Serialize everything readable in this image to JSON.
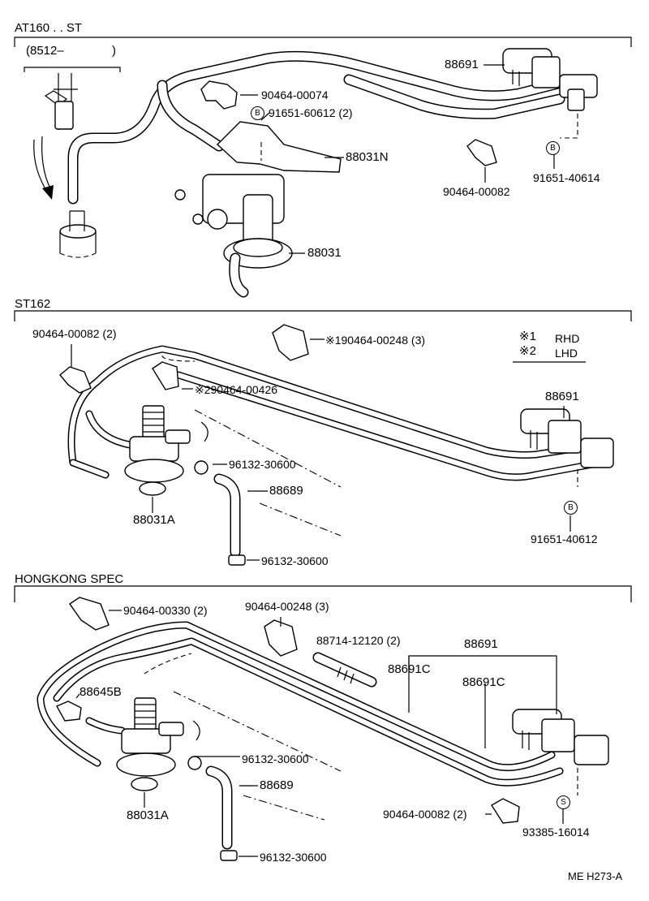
{
  "sections": {
    "s1": "AT160 . . ST",
    "s2": "ST162",
    "s3": "HONGKONG SPEC"
  },
  "s1": {
    "date_note": "(8512–",
    "date_close": ")",
    "p88691": "88691",
    "p90464_00074": "90464-00074",
    "p91651_60612": "91651-60612 (2)",
    "p88031N": "88031N",
    "p90464_00082": "90464-00082",
    "p91651_40614": "91651-40614",
    "p88031": "88031",
    "badge": "B"
  },
  "s2": {
    "p90464_00082": "90464-00082 (2)",
    "p90464_00248": "※190464-00248 (3)",
    "legend1_mark": "※1",
    "legend1_text": "RHD",
    "legend2_mark": "※2",
    "legend2_text": "LHD",
    "p90464_00426": "※290464-00426",
    "p88691": "88691",
    "p96132_30600a": "96132-30600",
    "p88689": "88689",
    "p88031A": "88031A",
    "p91651_40612": "91651-40612",
    "p96132_30600b": "96132-30600",
    "badge": "B"
  },
  "s3": {
    "p90464_00330": "90464-00330 (2)",
    "p90464_00248": "90464-00248 (3)",
    "p88714_12120": "88714-12120 (2)",
    "p88691": "88691",
    "p88691C_left": "88691C",
    "p88691C_right": "88691C",
    "p88645B": "88645B",
    "p96132_30600a": "96132-30600",
    "p88689": "88689",
    "p88031A": "88031A",
    "p90464_00082": "90464-00082 (2)",
    "p93385_16014": "93385-16014",
    "p96132_30600b": "96132-30600",
    "badge": "S"
  },
  "footer_code": "ME H273-A"
}
